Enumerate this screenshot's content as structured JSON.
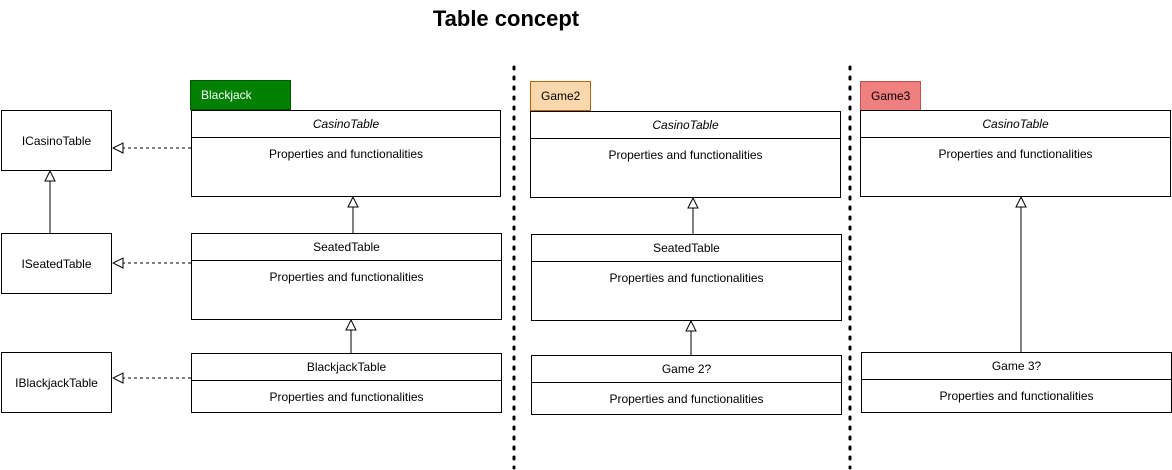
{
  "title": "Table concept",
  "interfaces": {
    "icasino": "ICasinoTable",
    "iseated": "ISeatedTable",
    "iblackjack": "IBlackjackTable"
  },
  "columns": [
    {
      "tag": "Blackjack",
      "tag_color": "#008000",
      "tag_text_color": "#ffffff",
      "classes": [
        {
          "name": "CasinoTable",
          "body": "Properties and functionalities"
        },
        {
          "name": "SeatedTable",
          "body": "Properties and functionalities"
        },
        {
          "name": "BlackjackTable",
          "body": "Properties and functionalities"
        }
      ]
    },
    {
      "tag": "Game2",
      "tag_color": "#fad7ac",
      "tag_text_color": "#000000",
      "classes": [
        {
          "name": "CasinoTable",
          "body": "Properties and functionalities"
        },
        {
          "name": "SeatedTable",
          "body": "Properties and functionalities"
        },
        {
          "name": "Game 2?",
          "body": "Properties and functionalities"
        }
      ]
    },
    {
      "tag": "Game3",
      "tag_color": "#f08080",
      "tag_text_color": "#000000",
      "classes": [
        {
          "name": "CasinoTable",
          "body": "Properties and functionalities"
        },
        {
          "name": "Game 3?",
          "body": "Properties and functionalities"
        }
      ]
    }
  ]
}
